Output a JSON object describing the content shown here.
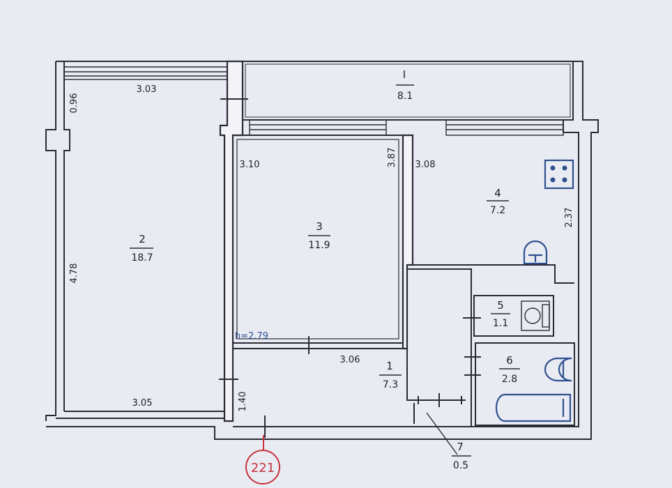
{
  "rooms": [
    {
      "number": "I",
      "area": "8.1"
    },
    {
      "number": "2",
      "area": "18.7"
    },
    {
      "number": "3",
      "area": "11.9"
    },
    {
      "number": "4",
      "area": "7.2"
    },
    {
      "number": "5",
      "area": "1.1"
    },
    {
      "number": "6",
      "area": "2.8"
    },
    {
      "number": "1",
      "area": "7.3"
    },
    {
      "number": "7",
      "area": "0.5"
    }
  ],
  "dimensions": {
    "room2_top": "3.03",
    "room2_balcony_side": "0.96",
    "room2_side": "4.78",
    "room2_bottom": "3.05",
    "room3_top": "3.10",
    "room3_side": "3.87",
    "room4_top": "3.08",
    "room4_side": "2.37",
    "hall_top": "3.06",
    "hall_side": "1.40"
  },
  "ceiling_height": "h=2.79",
  "apartment_number": "221",
  "colors": {
    "ink": "#2a2a34",
    "fixtures": "#2e4f8e",
    "stamp": "#c8323c",
    "paper": "#e9ebf3"
  }
}
